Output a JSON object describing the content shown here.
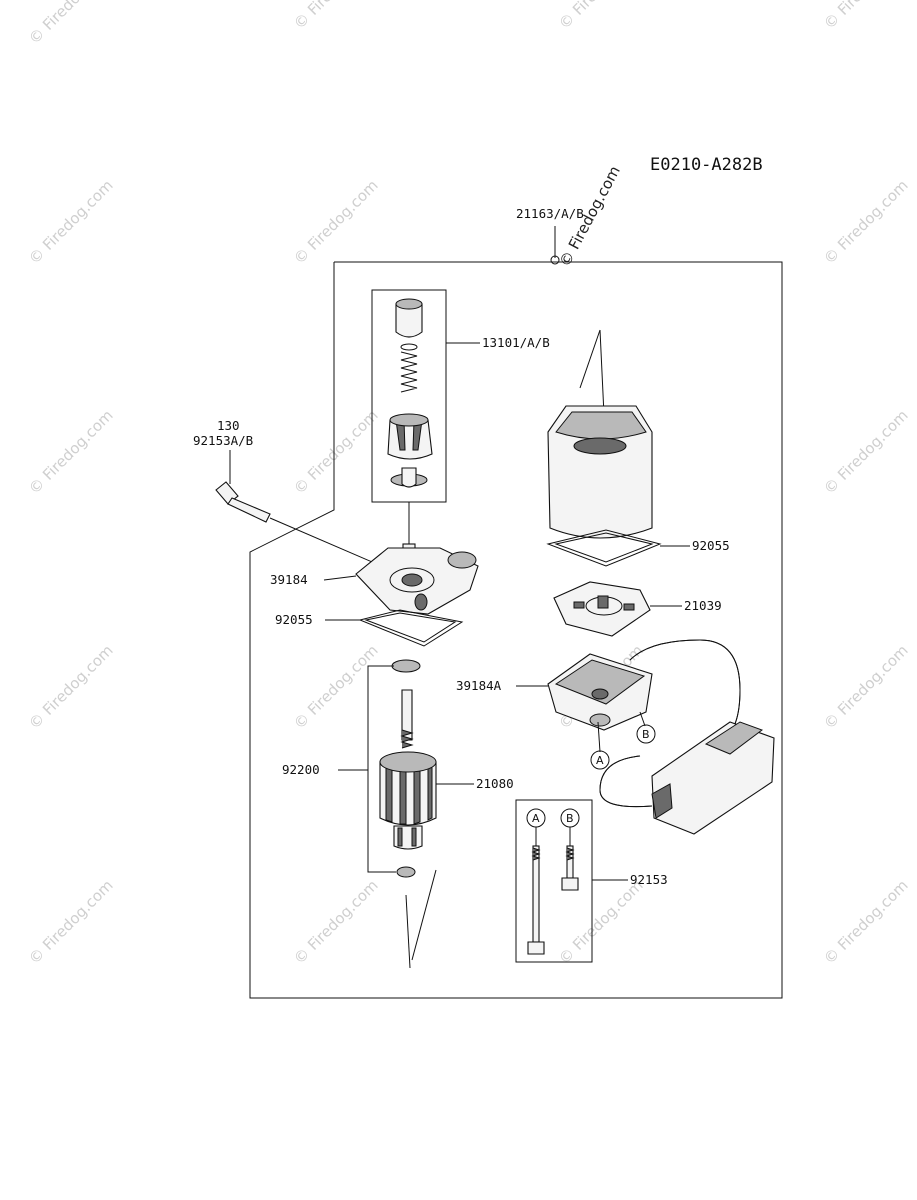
{
  "diagram_code": "E0210-A282B",
  "watermark_text": "© Firedog.com",
  "labels": {
    "p21163": "21163/A/B",
    "p13101": "13101/A/B",
    "p130": "130",
    "p92153ab": "92153A/B",
    "p39184": "39184",
    "p92055_left": "92055",
    "p92200": "92200",
    "p21080": "21080",
    "p92055_right": "92055",
    "p21039": "21039",
    "p39184a": "39184A",
    "p92153": "92153"
  },
  "callouts": {
    "a": "A",
    "b": "B"
  }
}
